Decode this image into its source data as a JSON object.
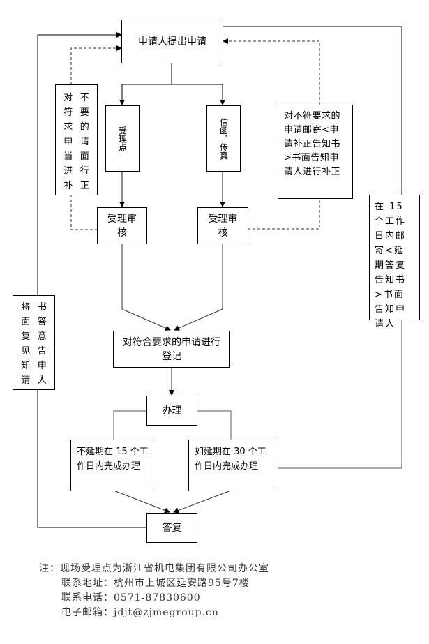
{
  "diagram": {
    "nodes": {
      "apply": "申请人提出申请",
      "onsite": "受理点",
      "mail_fax": "信函、传真",
      "review_left": "受理审核",
      "review_right": "受理审核",
      "register": "对符合要求的申请进行登记",
      "handle": "办理",
      "no_extension": "不延期在 15 个工作日内完成办理",
      "extension": "如延期在 30 个工作日内完成办理",
      "reply": "答复"
    },
    "side_notes": {
      "left_correction_col1": [
        "对",
        "符",
        "求",
        "申",
        "当",
        "进",
        "补"
      ],
      "left_correction_col2": [
        "不",
        "要",
        "的",
        "请",
        "面",
        "行",
        "正"
      ],
      "right_correction": "对不符要求的申请邮寄<申请补正告知书>书面告知申请人进行补正",
      "extension_notice": "在 15 个工作日内邮寄<延期答复告知书>书面告知申请人",
      "reply_notice_col1": [
        "将",
        "面",
        "复",
        "见",
        "知",
        "请"
      ],
      "reply_notice_col2": [
        "书",
        "答",
        "意",
        "告",
        "申",
        "人"
      ]
    }
  },
  "footer": {
    "note_line": "注：现场受理点为浙江省机电集团有限公司办公室",
    "address": "联系地址：杭州市上城区延安路95号7楼",
    "phone": "联系电话：0571-87830600",
    "email": "电子邮箱：jdjt@zjmegroup.cn"
  }
}
